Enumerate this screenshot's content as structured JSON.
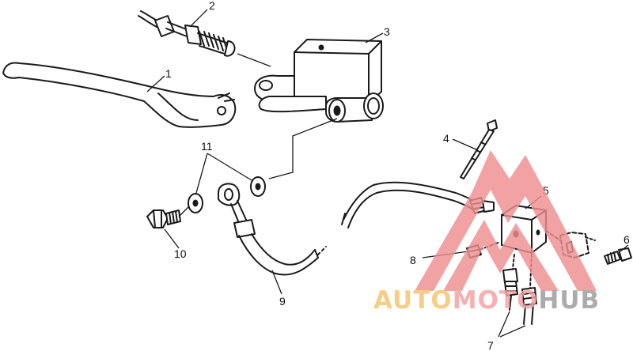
{
  "callouts": {
    "c1": "1",
    "c2": "2",
    "c3": "3",
    "c4": "4",
    "c5": "5",
    "c6": "6",
    "c7": "7",
    "c8": "8",
    "c9": "9",
    "c10": "10",
    "c11": "11"
  },
  "watermark": {
    "part_a": "AUTO",
    "part_b": "MOTO",
    "part_c": "HUB",
    "color_a": "#f5c46a",
    "color_b": "#f3a0a0",
    "color_c": "#9b9b9b",
    "logo_color": "#ef8e8e"
  }
}
